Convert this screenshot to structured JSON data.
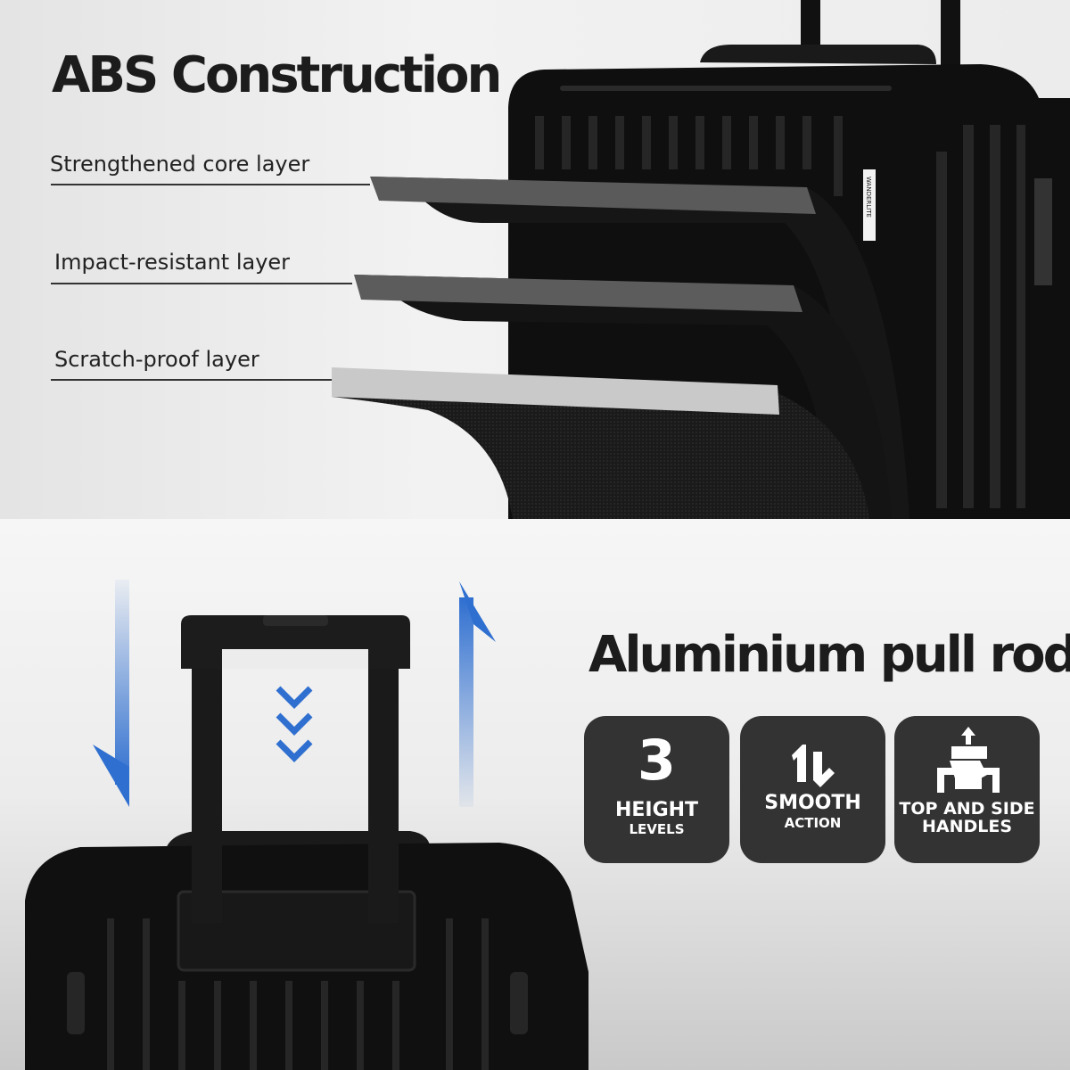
{
  "top_section": {
    "title": "ABS Construction",
    "layers": [
      {
        "label": "Strengthened core layer"
      },
      {
        "label": "Impact-resistant layer"
      },
      {
        "label": "Scratch-proof layer"
      }
    ],
    "brand_tag": "WANDERLITE"
  },
  "bottom_section": {
    "title": "Aluminium pull rod",
    "badges": [
      {
        "big": "3",
        "line1": "HEIGHT",
        "line2": "LEVELS",
        "icon": "number-3"
      },
      {
        "line1": "SMOOTH",
        "line2": "ACTION",
        "icon": "up-down-arrows-icon"
      },
      {
        "line1": "TOP AND SIDE",
        "line2": "HANDLES",
        "icon": "hand-grip-handle-icon"
      }
    ]
  },
  "colors": {
    "arrow_blue": "#2f6fd0",
    "badge_bg": "#333333",
    "suitcase": "#111111"
  }
}
